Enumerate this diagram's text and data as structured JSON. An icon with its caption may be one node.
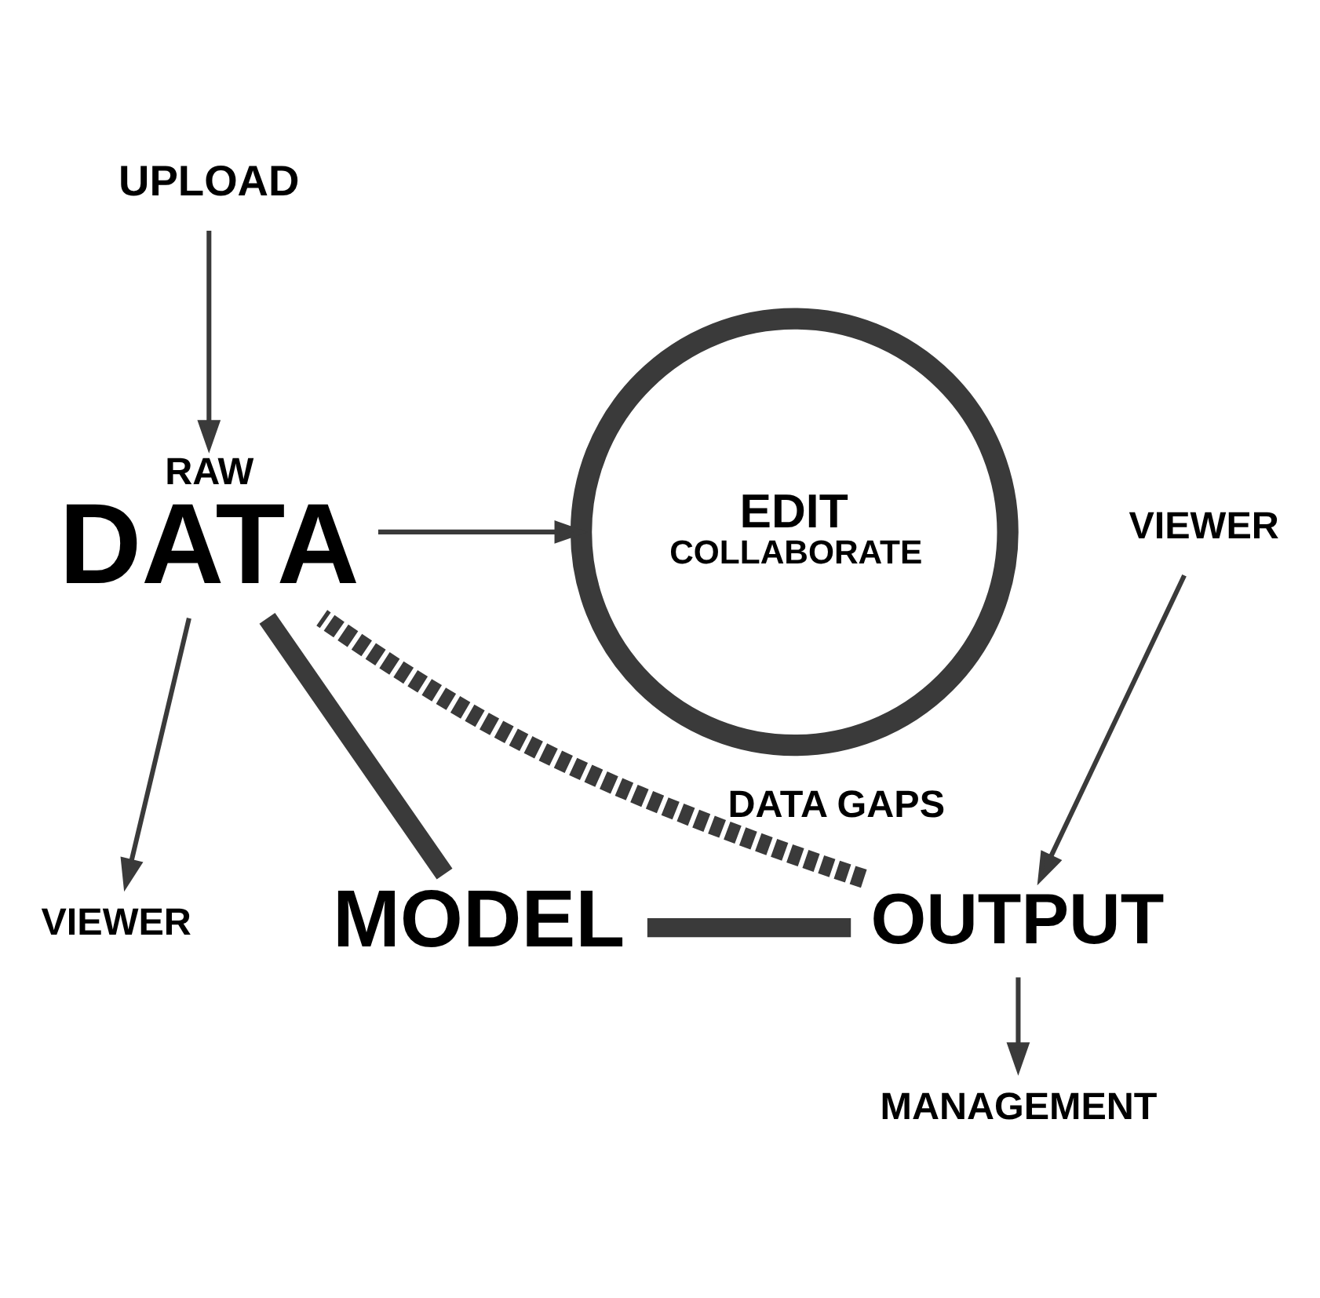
{
  "diagram": {
    "nodes": [
      {
        "text": [
          "UPLOAD"
        ]
      },
      {
        "text": [
          "RAW",
          "DATA"
        ]
      },
      {
        "text": [
          "EDIT",
          "COLLABORATE"
        ]
      },
      {
        "text": [
          "VIEWER"
        ]
      },
      {
        "text": [
          "MODEL"
        ]
      },
      {
        "text": [
          "OUTPUT"
        ]
      },
      {
        "text": [
          "VIEWER"
        ]
      },
      {
        "text": [
          "MANAGEMENT"
        ]
      }
    ],
    "edges": [
      {
        "from": 0,
        "to": 1,
        "arrow": "to"
      },
      {
        "from": 1,
        "to": 2,
        "arrow": "to"
      },
      {
        "from": 1,
        "to": 3,
        "arrow": "to"
      },
      {
        "from": 1,
        "to": 4,
        "arrow": "none",
        "style": "thick"
      },
      {
        "from": 4,
        "to": 5,
        "arrow": "none",
        "style": "thick"
      },
      {
        "from": 5,
        "to": 1,
        "arrow": "none",
        "style": "dashed",
        "label": "DATA GAPS"
      },
      {
        "from": 6,
        "to": 5,
        "arrow": "to"
      },
      {
        "from": 5,
        "to": 7,
        "arrow": "to"
      }
    ]
  }
}
